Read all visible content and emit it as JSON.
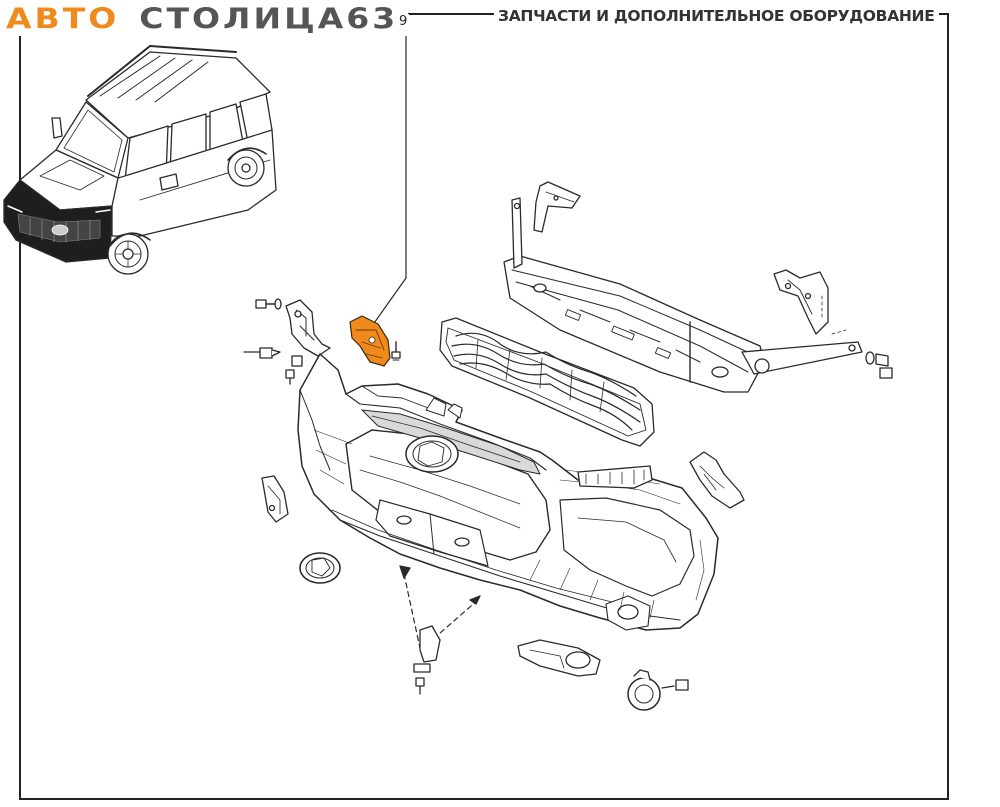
{
  "header": {
    "brand_part_1": "АВТО",
    "brand_part_2": "СТОЛИЦА",
    "brand_part_3": "63",
    "tagline": "ЗАПЧАСТИ И ДОПОЛНИТЕЛЬНОЕ ОБОРУДОВАНИЕ"
  },
  "diagram": {
    "callout_number": "9",
    "highlight_color": "#f08a1c",
    "line_color": "#2a2a2a"
  }
}
